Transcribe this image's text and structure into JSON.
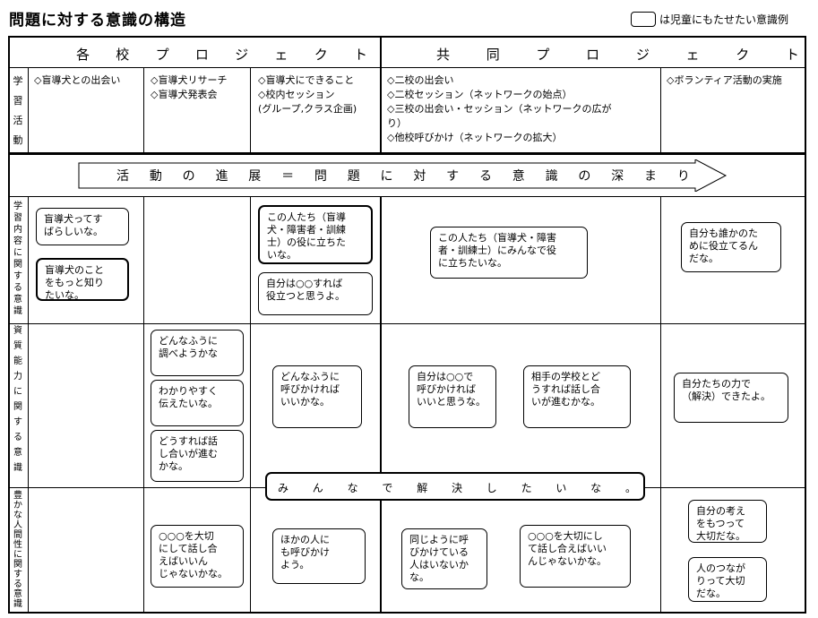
{
  "header": {
    "title": "問題に対する意識の構造",
    "legend": "は児童にもたせたい意識例"
  },
  "columns": {
    "individual": [
      "各",
      "校",
      "プ",
      "ロ",
      "ジ",
      "ェ",
      "ク",
      "ト"
    ],
    "joint": [
      "共",
      "同",
      "プ",
      "ロ",
      "ジ",
      "ェ",
      "ク",
      "ト"
    ]
  },
  "activities": {
    "label": "学\n習\n活\n動",
    "col1": "◇盲導犬との出会い",
    "col2": "◇盲導犬リサーチ\n◇盲導犬発表会",
    "col3": "◇盲導犬にできること\n◇校内セッション\n(グループ,クラス企画)",
    "col4": "◇二校の出会い\n◇二校セッション（ネットワークの始点）\n◇三校の出会い・セッション（ネットワークの広が\nり）\n◇他校呼びかけ（ネットワークの拡大）",
    "col5": "◇ボランティア活動の実施"
  },
  "progress_arrow": [
    "活",
    "動",
    "の",
    "進",
    "展",
    "＝",
    "問",
    "題",
    "に",
    "対",
    "す",
    "る",
    "意",
    "識",
    "の",
    "深",
    "ま",
    "り"
  ],
  "rows": {
    "content_label": "学\n習\n内\n容\nに\n関\nす\nる\n意\n識",
    "ability_label": "資\n\n質\n\n能\n\n力\n\nに\n\n関\n\nす\n\nる\n\n意\n\n識",
    "humanity_label": "豊\nか\nな\n人\n間\n性\nに\n関\nす\nる\n意\n識"
  },
  "bubbles": {
    "b1": "盲導犬ってす\nばらしいな。",
    "b2": "盲導犬のこと\nをもっと知り\nたいな。",
    "b3": "この人たち（盲導\n犬・障害者・訓練\n士）の役に立ちた\nいな。",
    "b4": "自分は○○すれば\n役立つと思うよ。",
    "b5": "この人たち（盲導犬・障害\n者・訓練士）にみんなで役\nに立ちたいな。",
    "b6": "自分も誰かのた\nめに役立てるん\nだな。",
    "b7": "どんなふうに\n調べようかな",
    "b8": "わかりやすく\n伝えたいな。",
    "b9": "どうすれば話\nし合いが進む\nかな。",
    "b10": "どんなふうに\n呼びかければ\nいいかな。",
    "b11": "自分は○○で\n呼びかければ\nいいと思うな。",
    "b12": "相手の学校とど\nうすれば話し合\nいが進むかな。",
    "b13": "自分たちの力で\n（解決）できたよ。",
    "b15": "○○○を大切\nにして話し合\nえばいいん\nじゃないかな。",
    "b16": "ほかの人に\nも呼びかけ\nよう。",
    "b17": "同じように呼\nびかけている\n人はいないか\nな。",
    "b18": "○○○を大切にし\nて話し合えばいい\nんじゃないかな。",
    "b19": "自分の考え\nをもつって\n大切だな。",
    "b20": "人のつなが\nりって大切\nだな。"
  },
  "banner": [
    "み",
    "ん",
    "な",
    "で",
    "解",
    "決",
    "し",
    "た",
    "い",
    "な",
    "。"
  ]
}
